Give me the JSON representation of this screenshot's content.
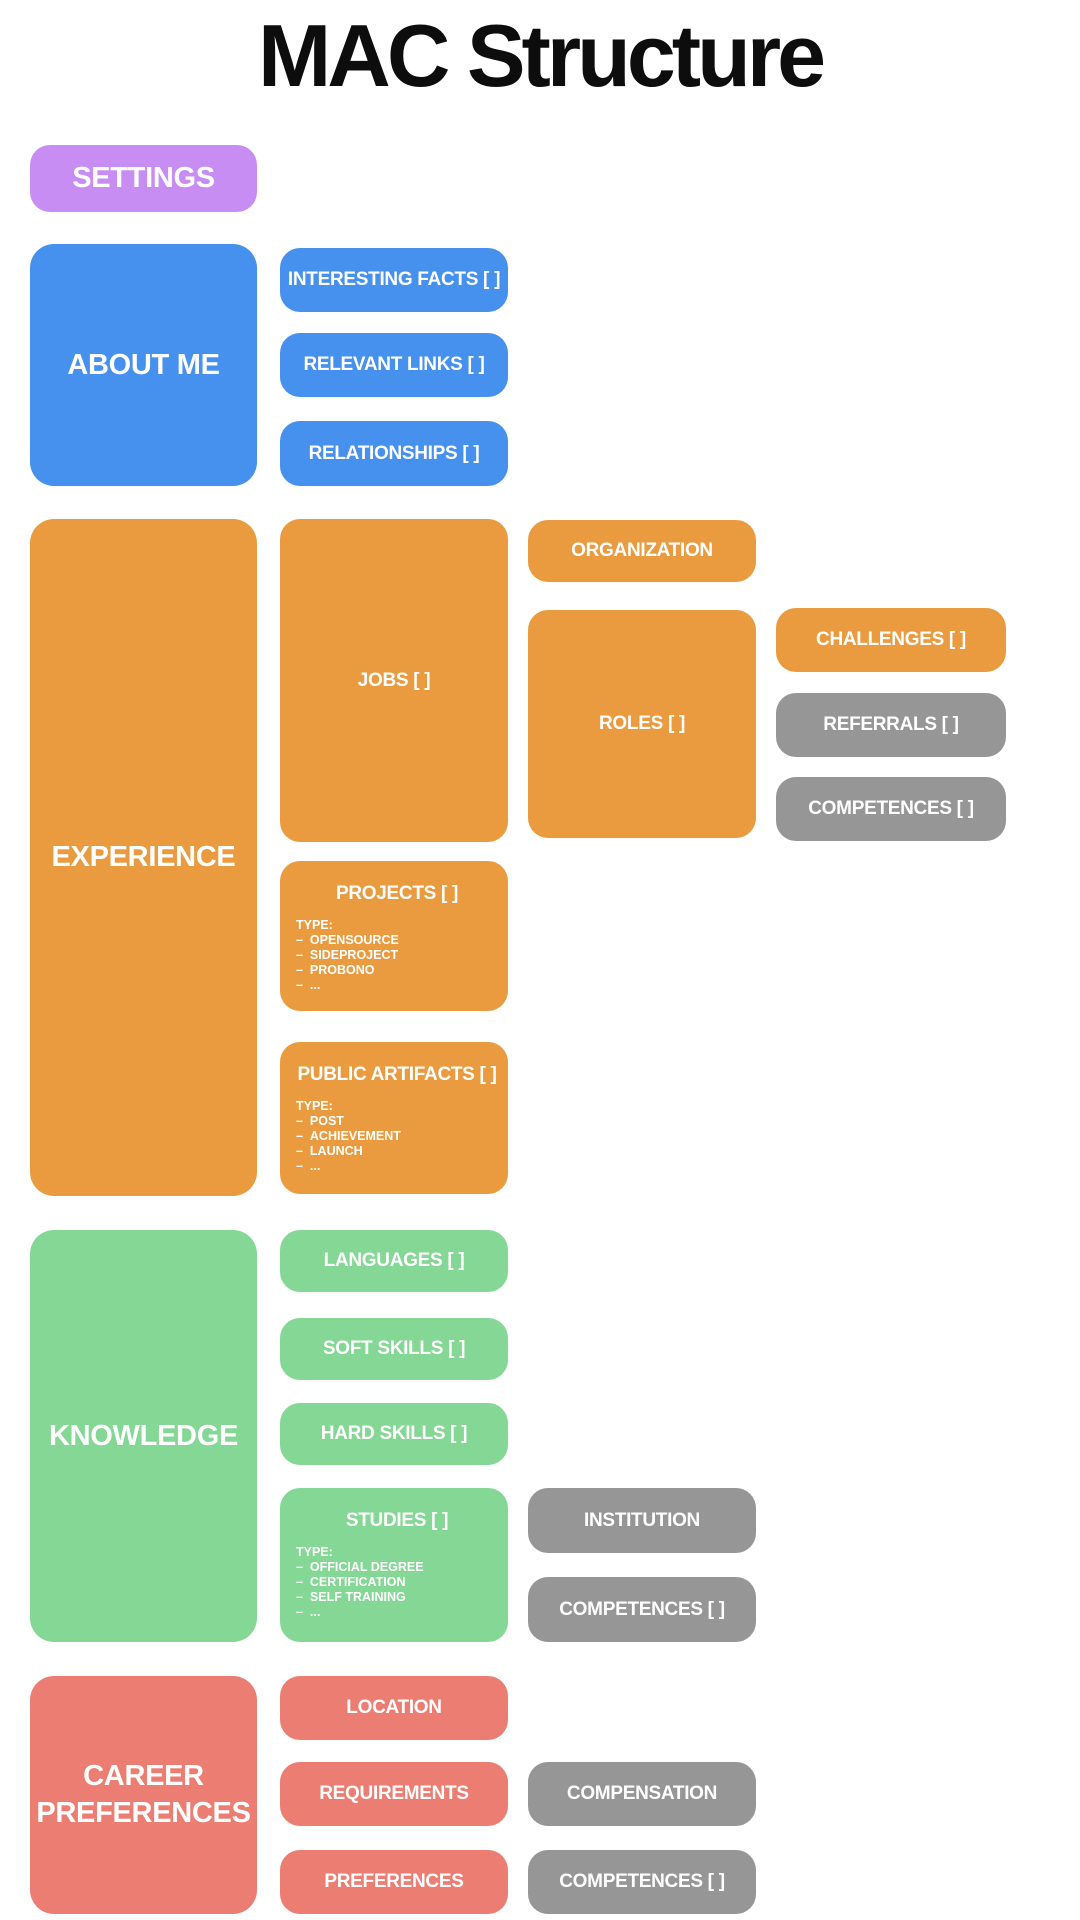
{
  "title": "MAC Structure",
  "bullets": {
    "dash": "–"
  },
  "palette": {
    "purple": "#c88df2",
    "blue": "#4690ee",
    "orange": "#eb9b3f",
    "green": "#84d794",
    "salmon": "#ec7d72",
    "gray": "#969696",
    "title_text": "#0d0d0d",
    "node_text": "#ffffff"
  },
  "nodes": {
    "settings": {
      "label": "SETTINGS"
    },
    "about_me": {
      "label": "ABOUT ME"
    },
    "interesting_facts": {
      "label": "INTERESTING FACTS [ ]"
    },
    "relevant_links": {
      "label": "RELEVANT LINKS [ ]"
    },
    "relationships": {
      "label": "RELATIONSHIPS [ ]"
    },
    "experience": {
      "label": "EXPERIENCE"
    },
    "jobs": {
      "label": "JOBS [ ]"
    },
    "organization": {
      "label": "ORGANIZATION"
    },
    "roles": {
      "label": "ROLES [ ]"
    },
    "challenges": {
      "label": "CHALLENGES [ ]"
    },
    "referrals": {
      "label": "REFERRALS [ ]"
    },
    "roles_competences": {
      "label": "COMPETENCES [ ]"
    },
    "projects": {
      "label": "PROJECTS [ ]",
      "type_header": "TYPE:",
      "types": [
        "OPENSOURCE",
        "SIDEPROJECT",
        "PROBONO",
        "..."
      ]
    },
    "public_artifacts": {
      "label": "PUBLIC ARTIFACTS [ ]",
      "type_header": "TYPE:",
      "types": [
        "POST",
        "ACHIEVEMENT",
        "LAUNCH",
        "..."
      ]
    },
    "knowledge": {
      "label": "KNOWLEDGE"
    },
    "languages": {
      "label": "LANGUAGES [ ]"
    },
    "soft_skills": {
      "label": "SOFT SKILLS [ ]"
    },
    "hard_skills": {
      "label": "HARD SKILLS [ ]"
    },
    "studies": {
      "label": "STUDIES [ ]",
      "type_header": "TYPE:",
      "types": [
        "OFFICIAL DEGREE",
        "CERTIFICATION",
        "SELF TRAINING",
        "..."
      ]
    },
    "institution": {
      "label": "INSTITUTION"
    },
    "studies_competences": {
      "label": "COMPETENCES [ ]"
    },
    "career_preferences": {
      "label": "CAREER PREFERENCES"
    },
    "location": {
      "label": "LOCATION"
    },
    "requirements": {
      "label": "REQUIREMENTS"
    },
    "preferences": {
      "label": "PREFERENCES"
    },
    "compensation": {
      "label": "COMPENSATION"
    },
    "preferences_competences": {
      "label": "COMPETENCES [ ]"
    }
  }
}
